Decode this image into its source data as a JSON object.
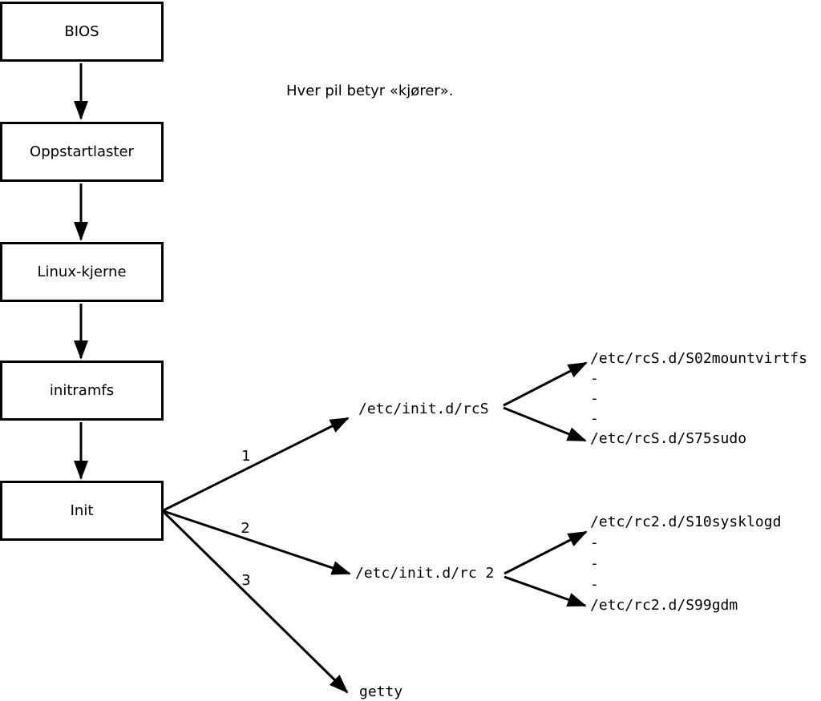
{
  "note": "Hver pil betyr «kjører».",
  "colors": {
    "line": "#000000",
    "text": "#000000",
    "background": "#ffffff",
    "box_fill": "#ffffff"
  },
  "boot_chain": {
    "boxes": [
      {
        "label": "BIOS"
      },
      {
        "label": "Oppstartlaster"
      },
      {
        "label": "Linux-kjerne"
      },
      {
        "label": "initramfs"
      },
      {
        "label": "Init"
      }
    ]
  },
  "init_branches": [
    {
      "number": "1",
      "target": "/etc/init.d/rcS"
    },
    {
      "number": "2",
      "target": "/etc/init.d/rc 2"
    },
    {
      "number": "3",
      "target": "getty"
    }
  ],
  "runlevel_scripts": {
    "rcS": [
      "/etc/rcS.d/S02mountvirtfs",
      "-",
      "-",
      "-",
      "/etc/rcS.d/S75sudo"
    ],
    "rc2": [
      "/etc/rc2.d/S10sysklogd",
      "-",
      "-",
      "-",
      "/etc/rc2.d/S99gdm"
    ]
  }
}
